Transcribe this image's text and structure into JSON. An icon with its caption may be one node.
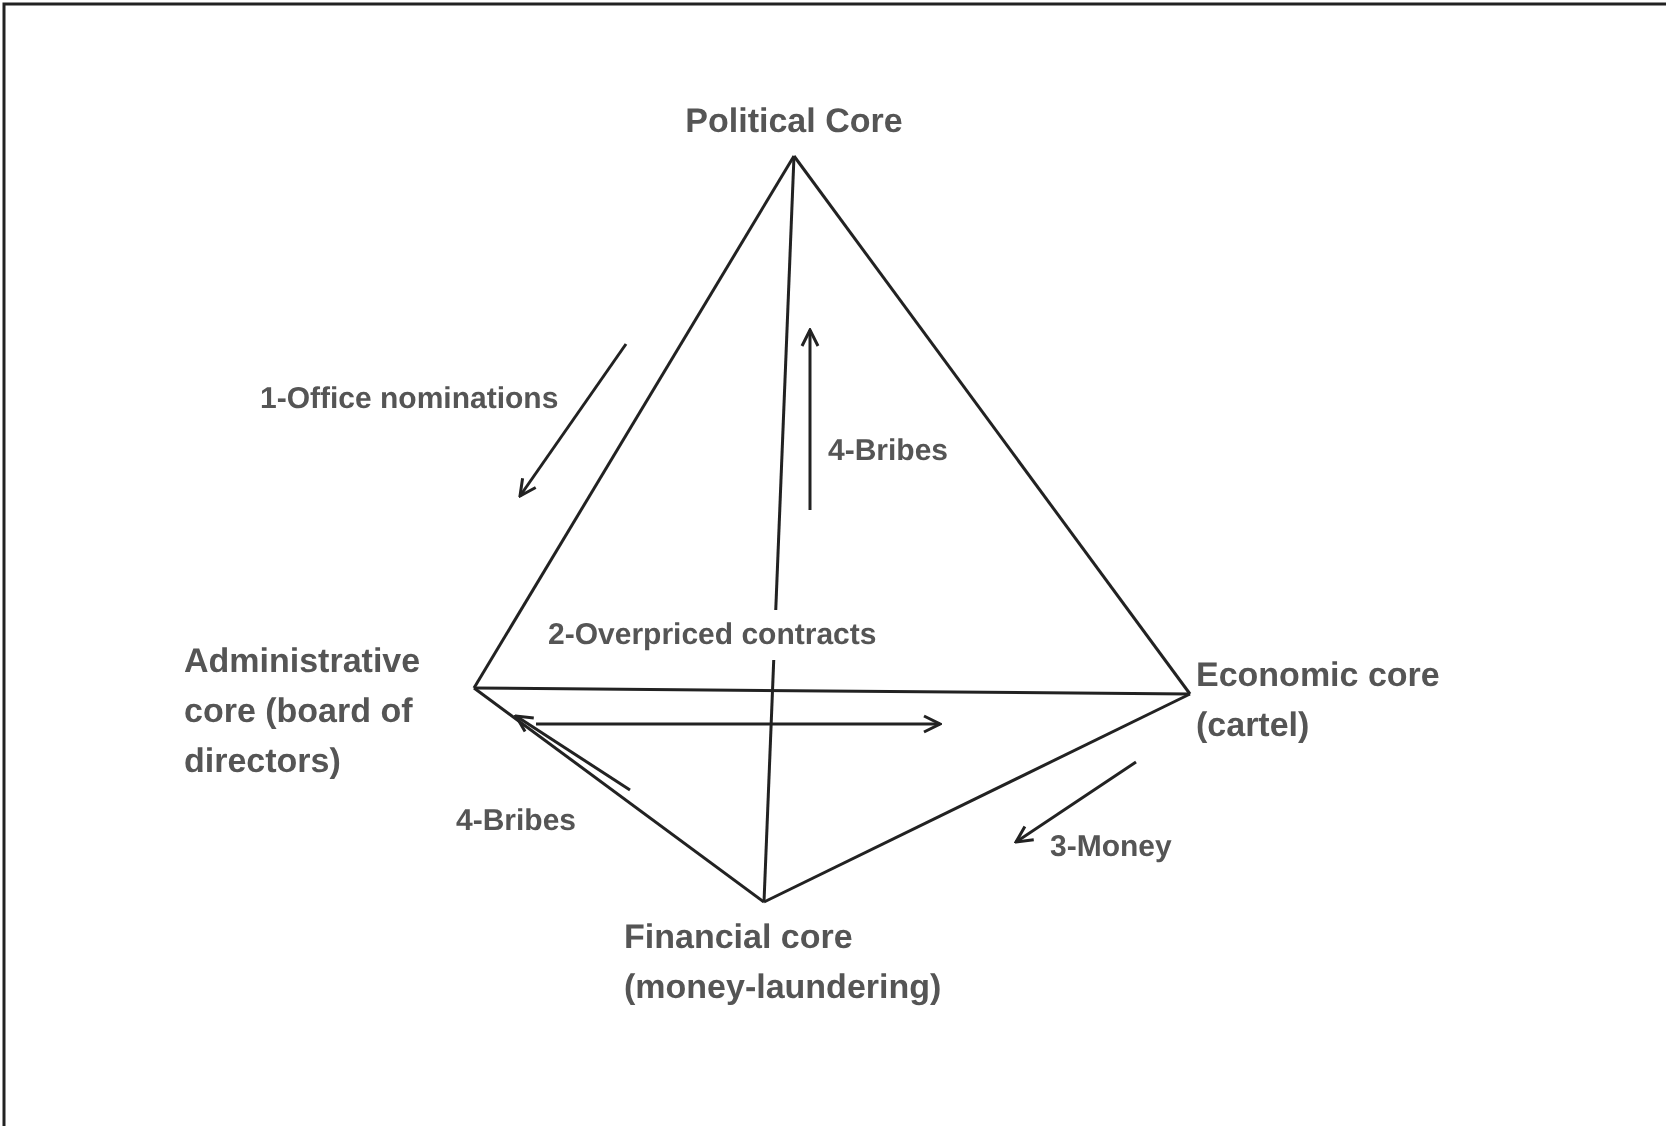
{
  "diagram": {
    "nodes": [
      {
        "text": [
          "Political Core"
        ]
      },
      {
        "text": [
          "Administrative core (board of directors)"
        ]
      },
      {
        "text": [
          "Economic core (cartel)"
        ]
      },
      {
        "text": [
          "Financial core (money-laundering)"
        ]
      }
    ],
    "edges": [
      {
        "from": 0,
        "to": 1,
        "arrow": "none"
      },
      {
        "from": 0,
        "to": 2,
        "arrow": "none"
      },
      {
        "from": 0,
        "to": 3,
        "arrow": "none"
      },
      {
        "from": 1,
        "to": 2,
        "arrow": "none"
      },
      {
        "from": 1,
        "to": 3,
        "arrow": "none"
      },
      {
        "from": 2,
        "to": 3,
        "arrow": "none"
      }
    ],
    "labels": [
      "1-Office nominations",
      "4-Bribes",
      "2-Overpriced contracts",
      "4-Bribes",
      "3-Money"
    ]
  }
}
